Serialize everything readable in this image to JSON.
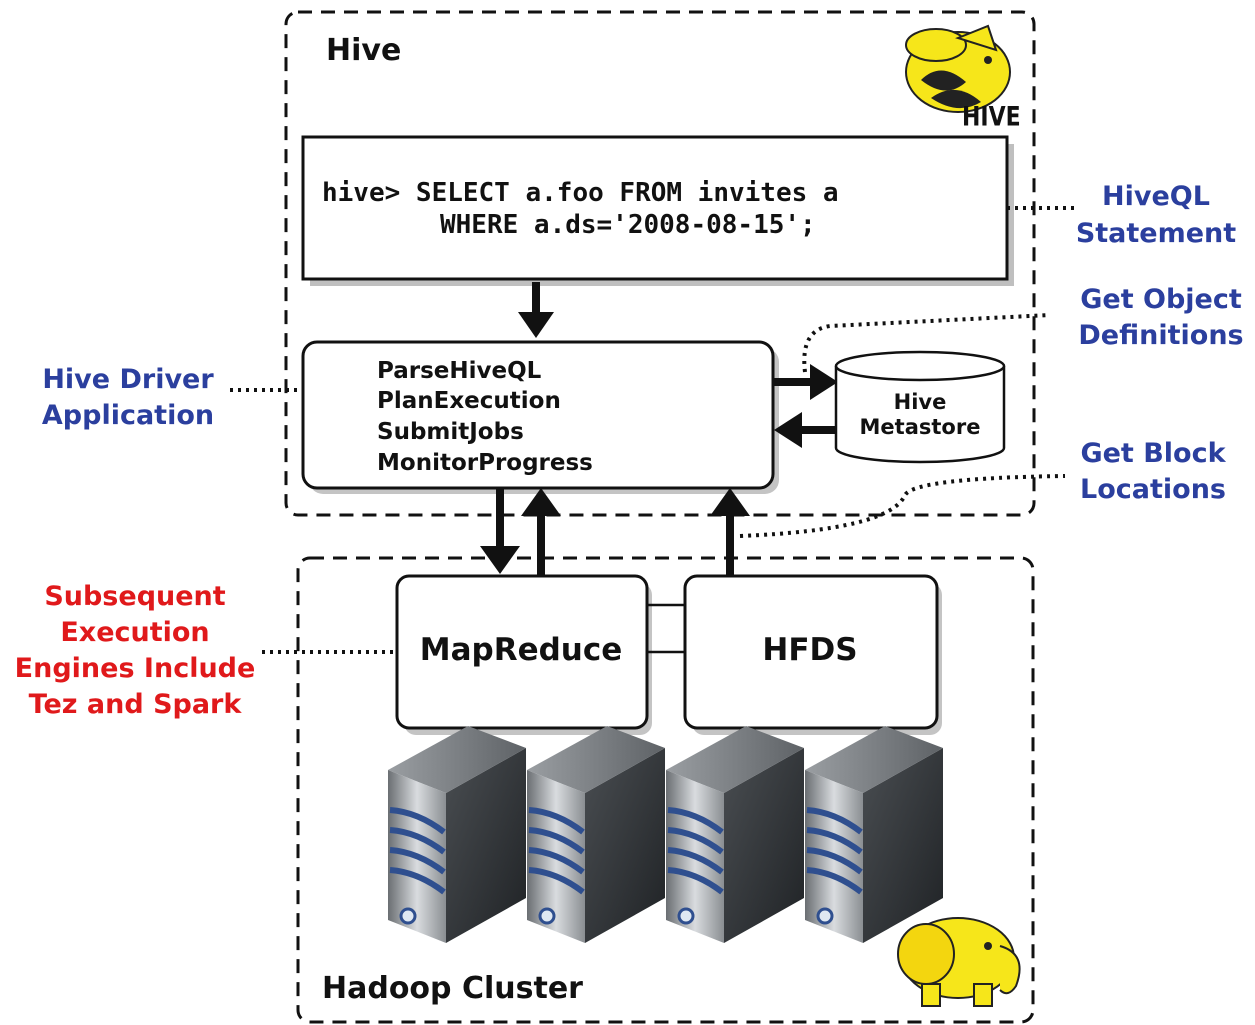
{
  "hive_group": {
    "title": "Hive",
    "logo_text": "HIVE"
  },
  "query_box": {
    "line1": "hive> SELECT a.foo FROM invites a",
    "line2": "WHERE a.ds='2008-08-15';"
  },
  "driver_box": {
    "steps": [
      "ParseHiveQL",
      "PlanExecution",
      "SubmitJobs",
      "MonitorProgress"
    ]
  },
  "metastore": {
    "line1": "Hive",
    "line2": "Metastore"
  },
  "hadoop_group": {
    "title": "Hadoop Cluster"
  },
  "mapreduce_box": {
    "label": "MapReduce"
  },
  "hdfs_box": {
    "label": "HFDS"
  },
  "annotations": {
    "hiveql": {
      "line1": "HiveQL",
      "line2": "Statement"
    },
    "object_defs": {
      "line1": "Get Object",
      "line2": "Definitions"
    },
    "driver_app": {
      "line1": "Hive Driver",
      "line2": "Application"
    },
    "block_locs": {
      "line1": "Get Block",
      "line2": "Locations"
    },
    "engines": {
      "line1": "Subsequent",
      "line2": "Execution",
      "line3": "Engines Include",
      "line4": "Tez and Spark"
    }
  },
  "colors": {
    "blue_annotation": "#2b3f9e",
    "red_annotation": "#e0191b",
    "logo_yellow": "#f6e61a",
    "server_dark": "#3b3f43",
    "server_stripe": "#2f4f8f"
  },
  "icons": {
    "hive_logo": "hive-bee-logo-icon",
    "hadoop_logo": "hadoop-elephant-logo-icon",
    "server": "server-tower-icon"
  }
}
